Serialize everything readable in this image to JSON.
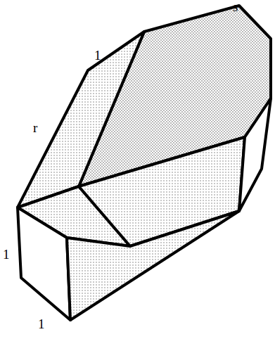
{
  "diagram": {
    "labels": [
      "s",
      "1",
      "r",
      "1",
      "1"
    ]
  }
}
